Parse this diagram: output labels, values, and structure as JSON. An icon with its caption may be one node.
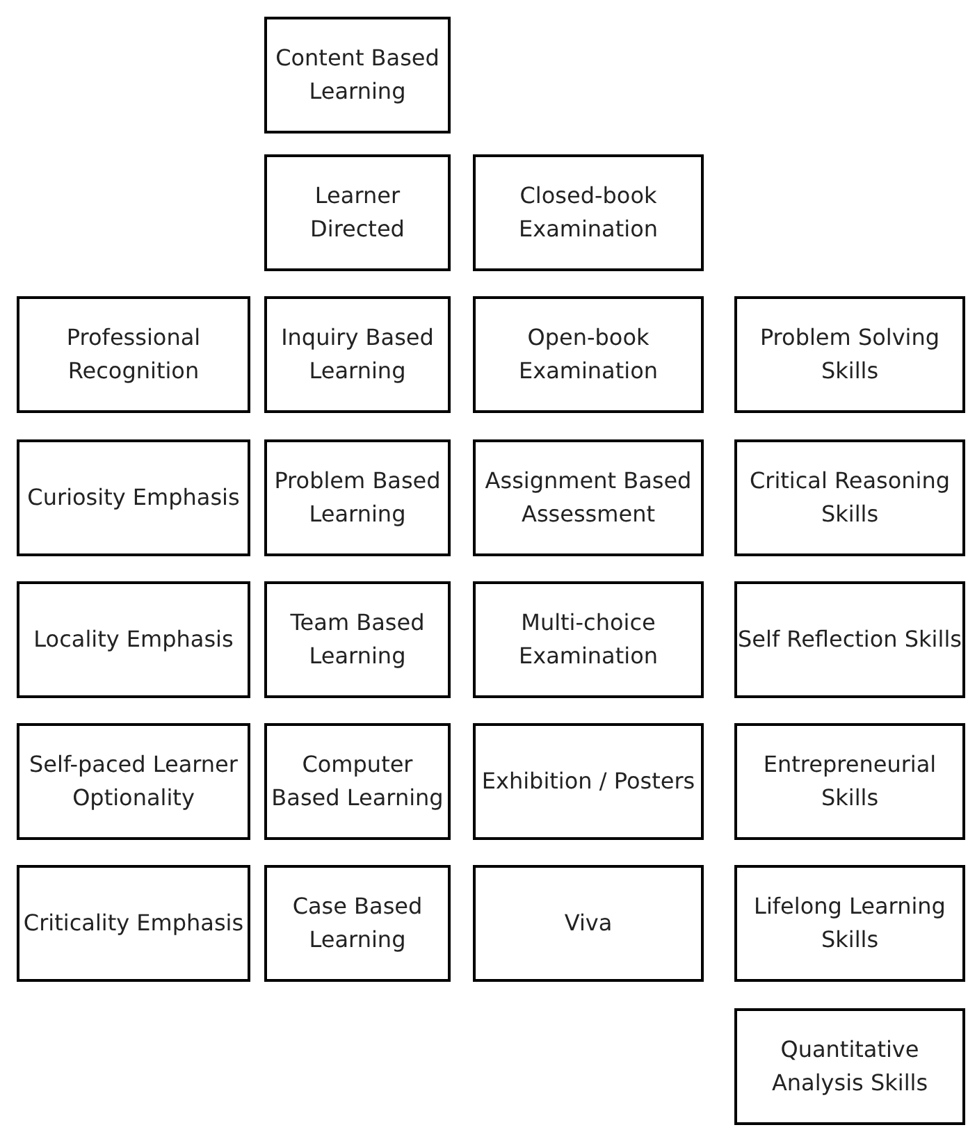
{
  "diagram": {
    "nodes": [
      {
        "text": [
          "Content Based Learning"
        ]
      },
      {
        "text": [
          "Learner Directed"
        ]
      },
      {
        "text": [
          "Closed-book Examination"
        ]
      },
      {
        "text": [
          "Professional Recognition"
        ]
      },
      {
        "text": [
          "Inquiry Based Learning"
        ]
      },
      {
        "text": [
          "Open-book Examination"
        ]
      },
      {
        "text": [
          "Problem Solving Skills"
        ]
      },
      {
        "text": [
          "Curiosity Emphasis"
        ]
      },
      {
        "text": [
          "Problem Based Learning"
        ]
      },
      {
        "text": [
          "Assignment Based Assessment"
        ]
      },
      {
        "text": [
          "Critical Reasoning Skills"
        ]
      },
      {
        "text": [
          "Locality Emphasis"
        ]
      },
      {
        "text": [
          "Team Based Learning"
        ]
      },
      {
        "text": [
          "Multi-choice Examination"
        ]
      },
      {
        "text": [
          "Self Reflection Skills"
        ]
      },
      {
        "text": [
          "Self-paced Learner Optionality"
        ]
      },
      {
        "text": [
          "Computer Based Learning"
        ]
      },
      {
        "text": [
          "Exhibition / Posters"
        ]
      },
      {
        "text": [
          "Entrepreneurial Skills"
        ]
      },
      {
        "text": [
          "Criticality Emphasis"
        ]
      },
      {
        "text": [
          "Case Based Learning"
        ]
      },
      {
        "text": [
          "Viva"
        ]
      },
      {
        "text": [
          "Lifelong Learning Skills"
        ]
      },
      {
        "text": [
          "Quantitative Analysis Skills"
        ]
      }
    ],
    "edges": []
  }
}
